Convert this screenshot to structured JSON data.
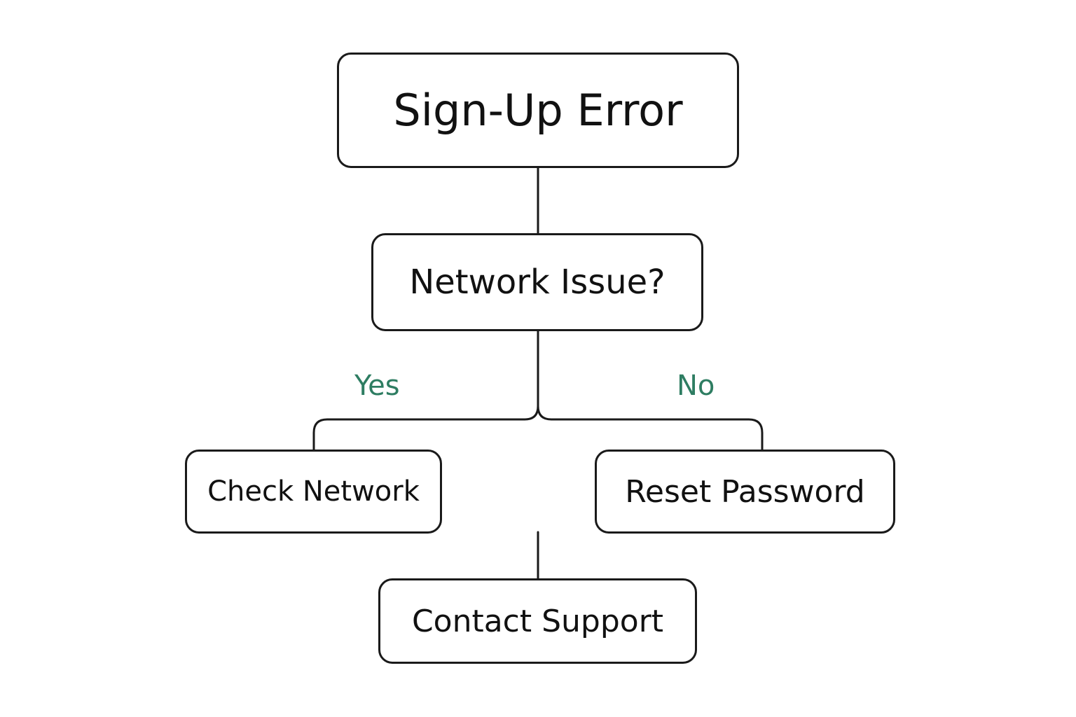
{
  "colors": {
    "stroke": "#1a1a1a",
    "text": "#111111",
    "branch_label": "#2e7d62",
    "background": "#ffffff"
  },
  "nodes": {
    "root": "Sign-Up Error",
    "decision": "Network Issue?",
    "yes_action": "Check Network",
    "no_action": "Reset Password",
    "final_action": "Contact Support"
  },
  "branches": {
    "yes": "Yes",
    "no": "No"
  }
}
